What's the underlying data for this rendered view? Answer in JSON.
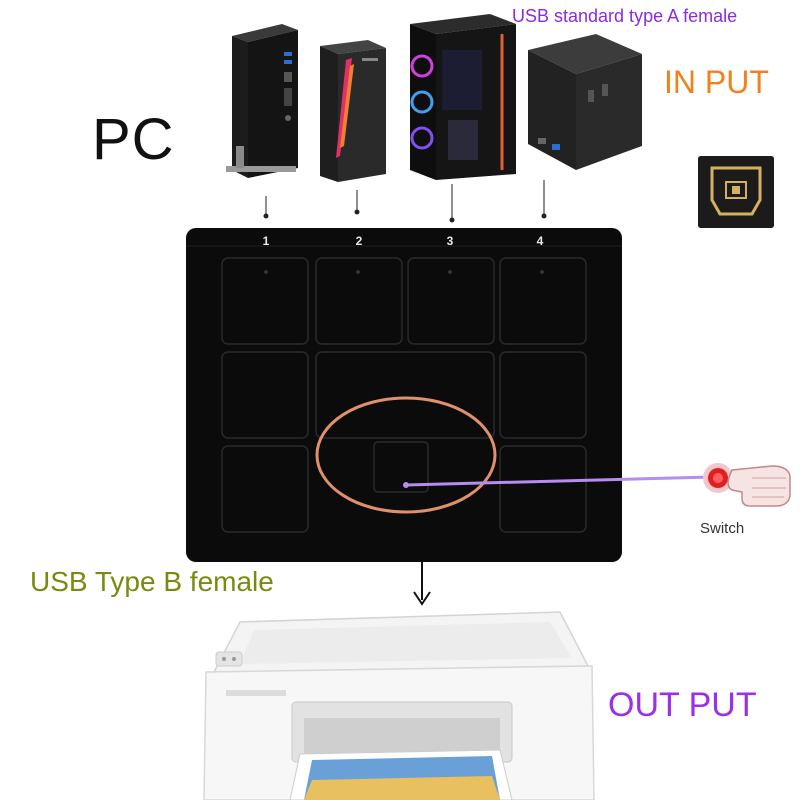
{
  "labels": {
    "pc": "PC",
    "usb_a": "USB standard type A female",
    "input": "IN PUT",
    "usb_b": "USB Type B female",
    "output": "OUT PUT",
    "switch": "Switch"
  },
  "ports": [
    "1",
    "2",
    "3",
    "4"
  ],
  "colors": {
    "input_label": "#f0821e",
    "usb_a_label": "#8a2be2",
    "usb_b_label": "#7b8a0e",
    "output_label": "#9b30e8",
    "highlight_ellipse": "#e0906a",
    "switch_line": "#b58cf0",
    "switch_button": "#e02020"
  },
  "icons": [
    "computer-tower-icon",
    "gaming-pc-icon",
    "glass-case-pc-icon",
    "mini-pc-icon",
    "usb-b-port-icon",
    "hand-press-icon",
    "printer-icon"
  ]
}
